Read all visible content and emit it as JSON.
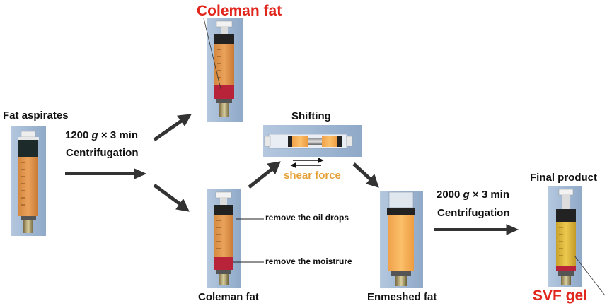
{
  "labels": {
    "fat_aspirates": "Fat aspirates",
    "step1_condition": "1200 g × 3 min",
    "step1_g": "g",
    "step1_method": "Centrifugation",
    "coleman_fat_top": "Coleman fat",
    "coleman_fat_bottom": "Coleman fat",
    "remove_oil": "remove the oil drops",
    "remove_moisture": "remove the moistrure",
    "shifting": "Shifting",
    "shear_force": "shear force",
    "enmeshed_fat": "Enmeshed fat",
    "step2_condition": "2000 g × 3 min",
    "step2_method": "Centrifugation",
    "final_product": "Final product",
    "svf_gel": "SVF gel"
  },
  "colors": {
    "accent_red": "#e0261d",
    "accent_gold": "#e6a23a",
    "photo_background": "#9fb8d4"
  }
}
